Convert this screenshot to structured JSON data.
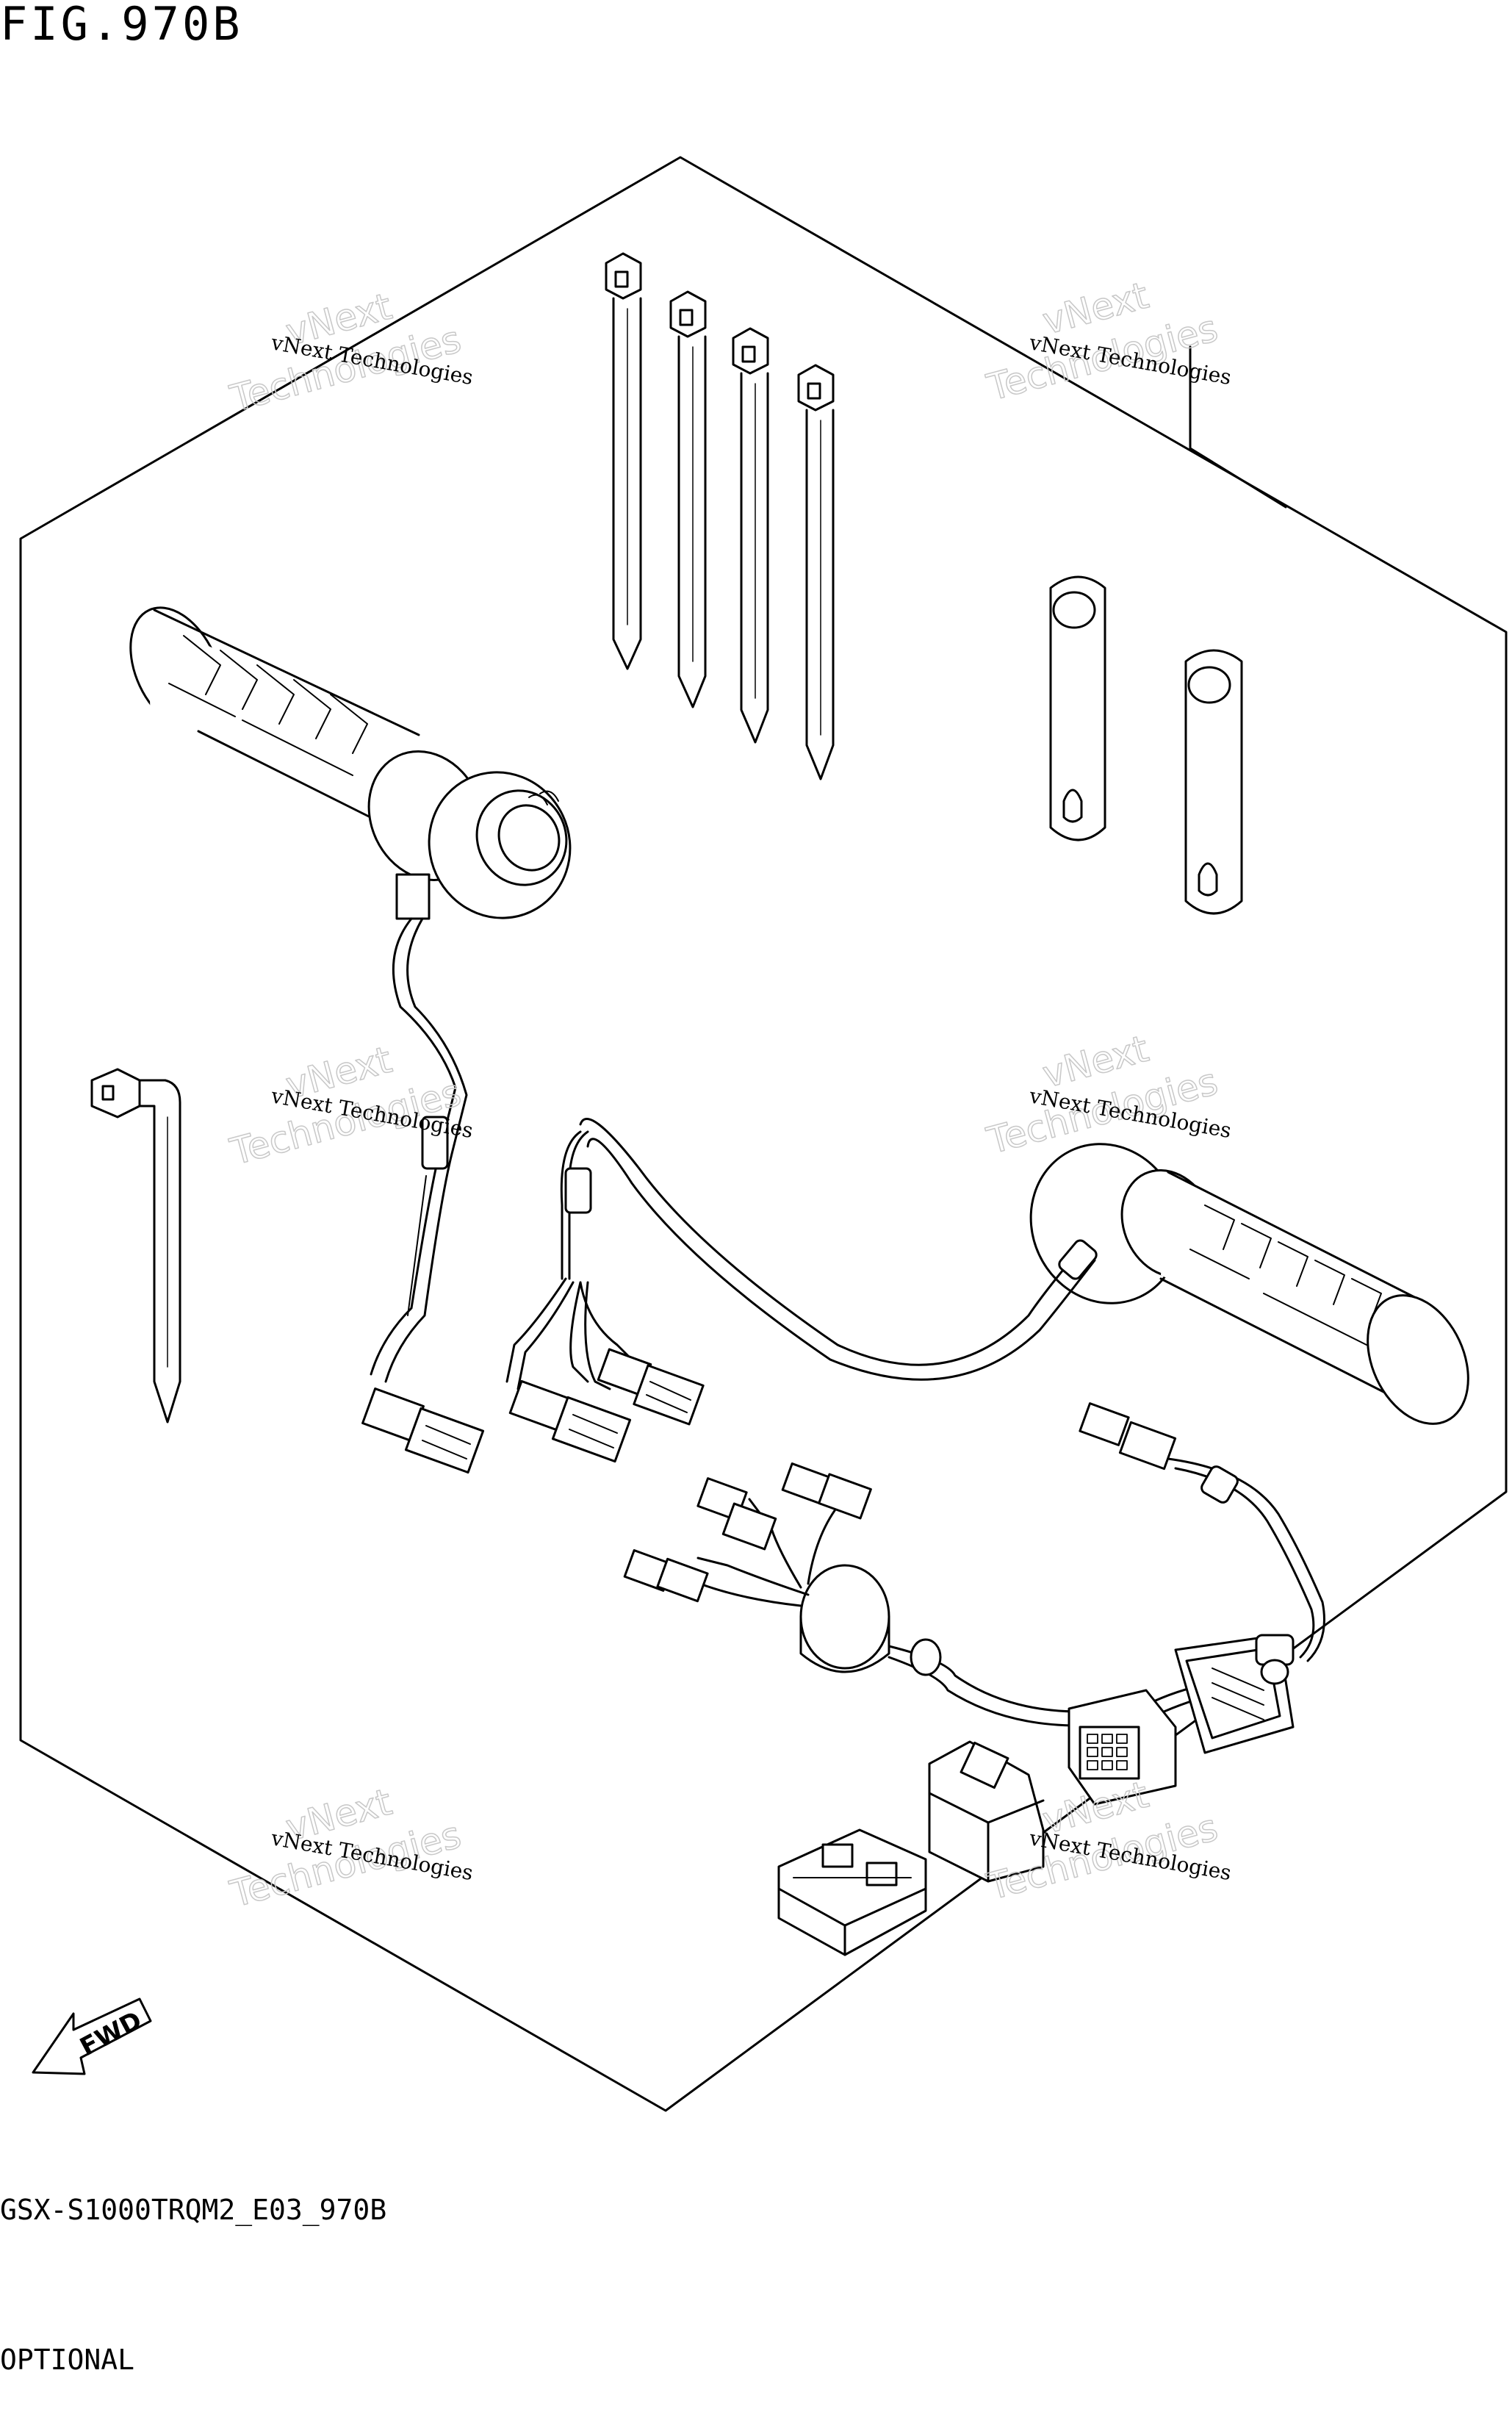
{
  "figure": {
    "title": "FIG.970B"
  },
  "footer": {
    "model_code": "GSX-S1000TRQM2_E03_970B",
    "category": "OPTIONAL"
  },
  "fwd_label": "FWD",
  "watermarks": [
    {
      "line1": "vNext Technologies",
      "line2": "vNext",
      "line3": "Technologies"
    },
    {
      "line1": "vNext Technologies",
      "line2": "vNext",
      "line3": "Technologies"
    },
    {
      "line1": "vNext Technologies",
      "line2": "vNext",
      "line3": "Technologies"
    },
    {
      "line1": "vNext Technologies",
      "line2": "vNext",
      "line3": "Technologies"
    },
    {
      "line1": "vNext Technologies",
      "line2": "vNext",
      "line3": "Technologies"
    },
    {
      "line1": "vNext Technologies",
      "line2": "vNext",
      "line3": "Technologies"
    }
  ]
}
